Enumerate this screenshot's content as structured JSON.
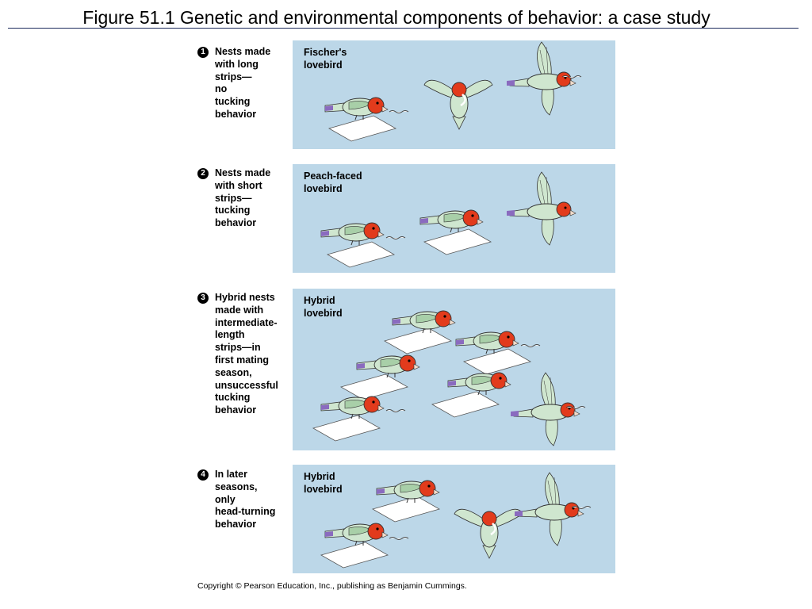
{
  "figure": {
    "title": "Figure 51.1  Genetic and environmental components of behavior: a case study",
    "copyright": "Copyright © Pearson Education, Inc., publishing as Benjamin Cummings."
  },
  "steps": [
    {
      "number": "1",
      "lines": [
        "Nests made",
        "with long",
        "strips—",
        "no",
        "tucking",
        "behavior"
      ],
      "panel_label": [
        "Fischer's",
        "lovebird"
      ]
    },
    {
      "number": "2",
      "lines": [
        "Nests made",
        "with short",
        "strips—",
        "tucking",
        "behavior"
      ],
      "panel_label": [
        "Peach-faced",
        "lovebird"
      ]
    },
    {
      "number": "3",
      "lines": [
        "Hybrid nests",
        "made with",
        "intermediate-",
        "length",
        "strips—in",
        "first mating",
        "season,",
        "unsuccessful",
        "tucking",
        "behavior"
      ],
      "panel_label": [
        "Hybrid",
        "lovebird"
      ]
    },
    {
      "number": "4",
      "lines": [
        "In later",
        "seasons,",
        "only",
        "head-turning",
        "behavior"
      ],
      "panel_label": [
        "Hybrid",
        "lovebird"
      ]
    }
  ],
  "colors": {
    "panel_bg": "#bcd7e8",
    "bird_body": "#cfe6cf",
    "bird_head_red": "#e23b1c",
    "bird_face_peach": "#f6c9b4",
    "tail_purple": "#8a6bbf",
    "paper": "#ffffff"
  }
}
